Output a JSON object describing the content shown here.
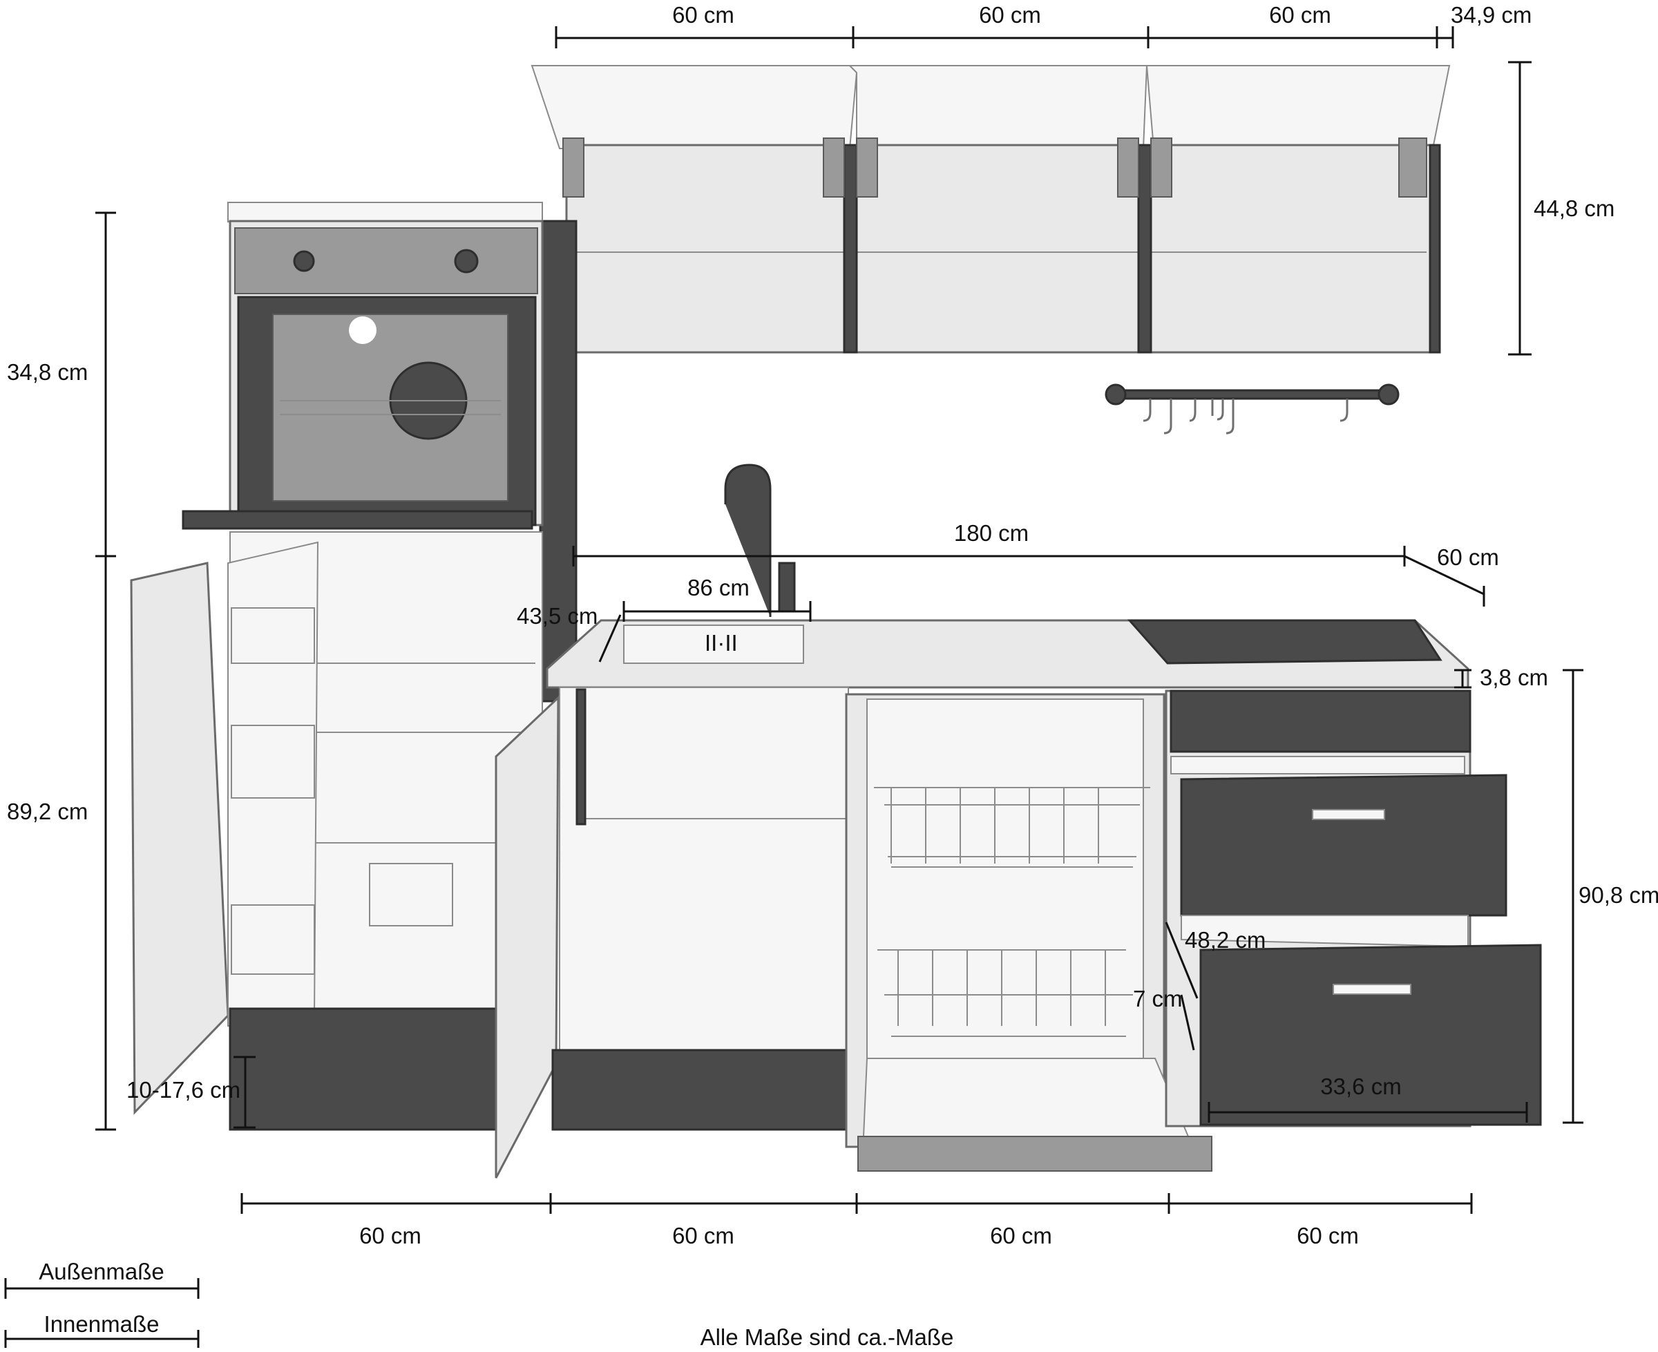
{
  "labels": {
    "top_w1": "60 cm",
    "top_w2": "60 cm",
    "top_w3": "60 cm",
    "top_depth": "34,9 cm",
    "top_height": "44,8 cm",
    "tall_upper_height": "34,8 cm",
    "tall_lower_height": "89,2 cm",
    "plinth_height": "10-17,6 cm",
    "worktop_width": "180 cm",
    "worktop_depth": "60 cm",
    "sink_width": "86 cm",
    "sink_depth": "43,5 cm",
    "worktop_thickness": "3,8 cm",
    "base_height": "90,8 cm",
    "drawer_depth": "48,2 cm",
    "drawer_gap": "7 cm",
    "drawer_width": "33,6 cm",
    "bottom_w1": "60 cm",
    "bottom_w2": "60 cm",
    "bottom_w3": "60 cm",
    "bottom_w4": "60 cm"
  },
  "legend": {
    "outer": "Außenmaße",
    "inner": "Innenmaße"
  },
  "footnote": "Alle Maße sind ca.-Maße",
  "colors": {
    "line": "#111111",
    "cabinet": "#e9e9e9",
    "front_dark": "#4a4a4a"
  }
}
